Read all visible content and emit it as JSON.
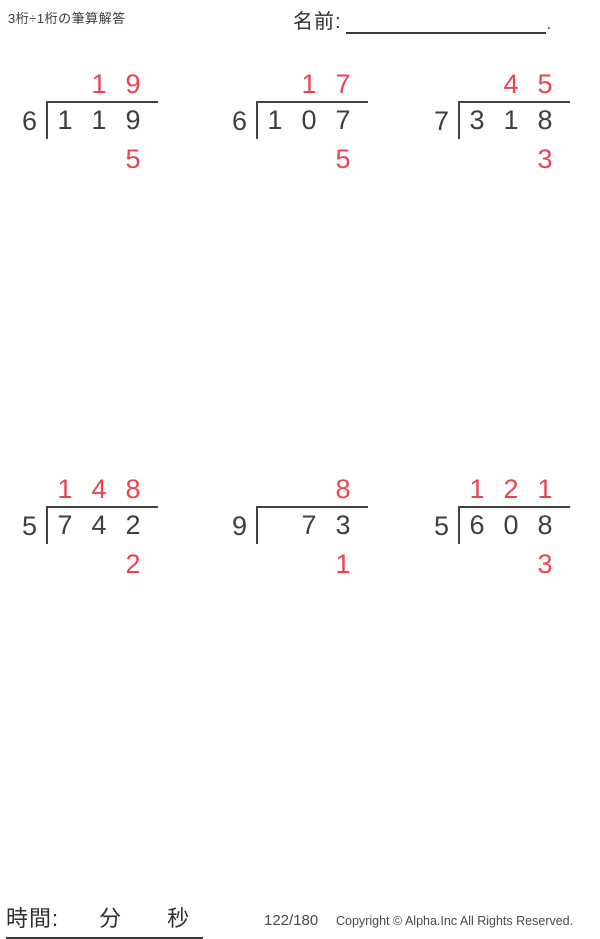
{
  "header": {
    "title": "3桁÷1桁の筆算解答",
    "name_label": "名前:",
    "name_line_end": "."
  },
  "problems": [
    {
      "divisor": "6",
      "quotient": [
        "",
        "1",
        "9"
      ],
      "dividend": [
        "1",
        "1",
        "9"
      ],
      "remainder": [
        "",
        "",
        "5"
      ]
    },
    {
      "divisor": "6",
      "quotient": [
        "",
        "1",
        "7"
      ],
      "dividend": [
        "1",
        "0",
        "7"
      ],
      "remainder": [
        "",
        "",
        "5"
      ]
    },
    {
      "divisor": "7",
      "quotient": [
        "",
        "4",
        "5"
      ],
      "dividend": [
        "3",
        "1",
        "8"
      ],
      "remainder": [
        "",
        "",
        "3"
      ]
    },
    {
      "divisor": "5",
      "quotient": [
        "1",
        "4",
        "8"
      ],
      "dividend": [
        "7",
        "4",
        "2"
      ],
      "remainder": [
        "",
        "",
        "2"
      ]
    },
    {
      "divisor": "9",
      "quotient": [
        "",
        "",
        "8"
      ],
      "dividend": [
        "",
        "7",
        "3"
      ],
      "remainder": [
        "",
        "",
        "1"
      ]
    },
    {
      "divisor": "5",
      "quotient": [
        "1",
        "2",
        "1"
      ],
      "dividend": [
        "6",
        "0",
        "8"
      ],
      "remainder": [
        "",
        "",
        "3"
      ]
    }
  ],
  "footer": {
    "time_label": "時間:",
    "minutes_label": "分",
    "seconds_label": "秒",
    "page_number": "122/180",
    "copyright": "Copyright © Alpha.Inc All Rights Reserved."
  },
  "colors": {
    "answer_red": "#ea4450",
    "digit_black": "#3f3f3f",
    "line_dark": "#444444"
  }
}
